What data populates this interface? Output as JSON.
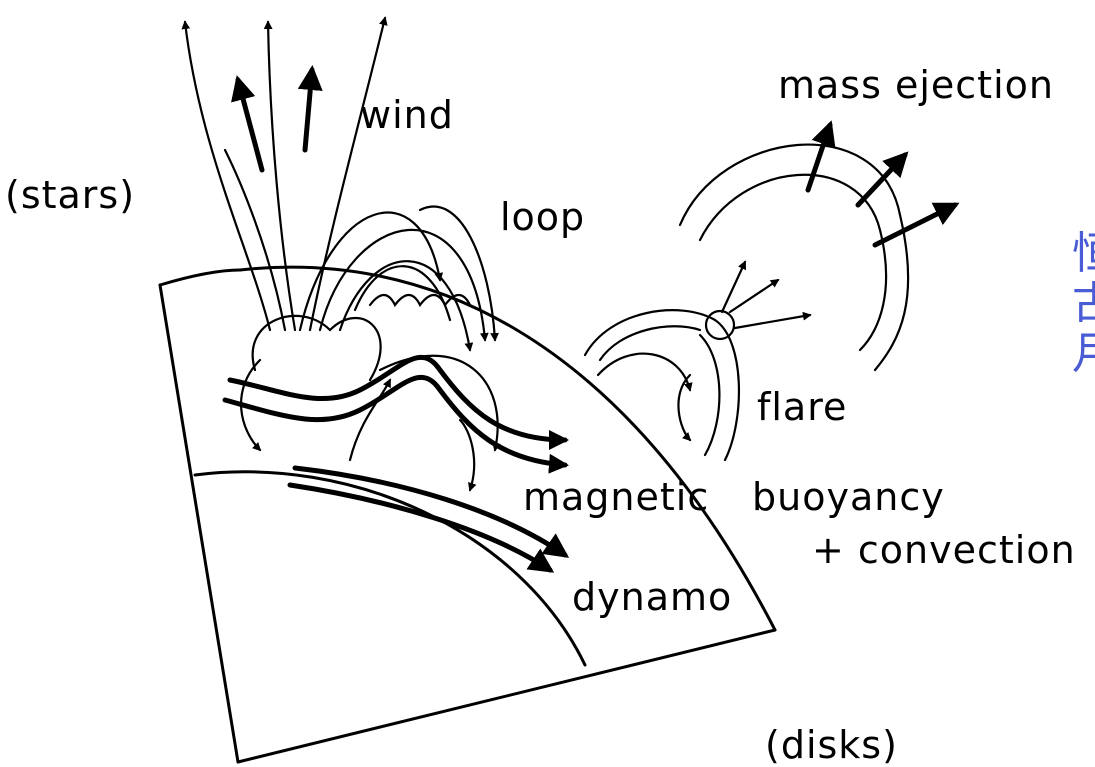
{
  "labels": {
    "wind": "wind",
    "stars": "(stars)",
    "loop": "loop",
    "mass_ejection": "mass ejection",
    "flare": "flare",
    "magnetic": "magnetic",
    "buoyancy": "buoyancy",
    "convection": "+ convection",
    "dynamo": "dynamo",
    "disks": "(disks)"
  },
  "side_text": [
    "恒",
    "古",
    "月"
  ],
  "colors": {
    "ink": "#000000",
    "side_text": "#4a5bd6"
  }
}
